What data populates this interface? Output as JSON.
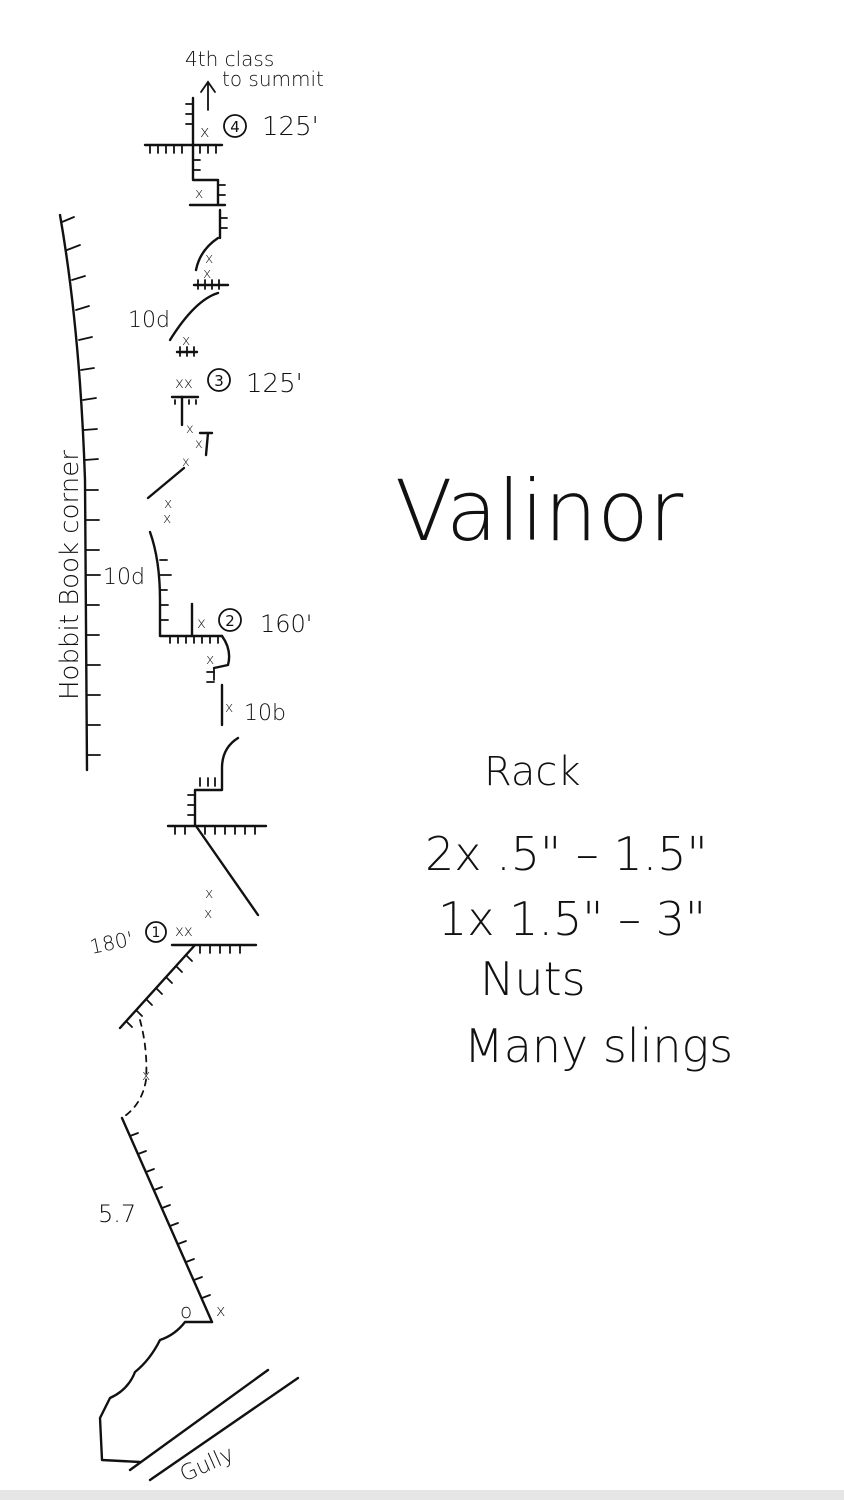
{
  "title": "Valinor",
  "summary_note": {
    "line1": "4th class",
    "line2": "to summit"
  },
  "features": {
    "left_corner": "Hobbit Book corner",
    "gully": "Gully"
  },
  "pitches": [
    {
      "number": "4",
      "length": "125'"
    },
    {
      "number": "3",
      "length": "125'"
    },
    {
      "number": "2",
      "length": "160'"
    },
    {
      "number": "1",
      "length": "180'"
    }
  ],
  "grades": {
    "upper_crux": "10d",
    "corner_crux": "10d",
    "pitch2_crux": "10b",
    "approach": "5.7"
  },
  "rack": {
    "heading": "Rack",
    "items": [
      "2x .5\" – 1.5\"",
      "1x 1.5\" – 3\"",
      "Nuts",
      "Many slings"
    ]
  },
  "marks": {
    "bolt": "x",
    "double_bolt": "xx",
    "start": "o"
  }
}
